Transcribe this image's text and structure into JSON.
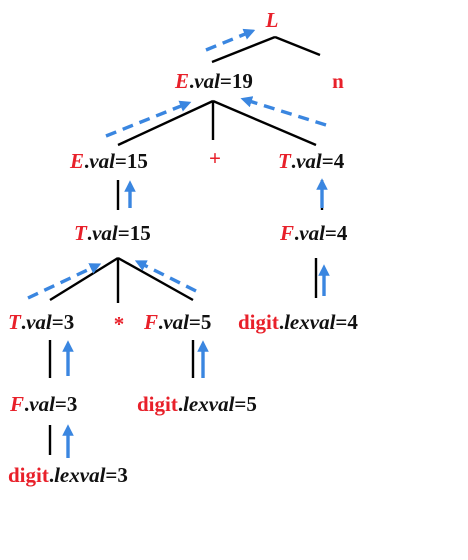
{
  "colors": {
    "symbol": "#e8202a",
    "text": "#111111",
    "arrow": "#3a86e0",
    "edge": "#000000"
  },
  "nodes": {
    "root": {
      "sym": "L"
    },
    "n": {
      "text": "n"
    },
    "e19": {
      "sym": "E",
      "attr": "val",
      "value": "19"
    },
    "e15": {
      "sym": "E",
      "attr": "val",
      "value": "15"
    },
    "plus": {
      "text": "+"
    },
    "t4": {
      "sym": "T",
      "attr": "val",
      "value": "4"
    },
    "t15": {
      "sym": "T",
      "attr": "val",
      "value": "15"
    },
    "f4": {
      "sym": "F",
      "attr": "val",
      "value": "4"
    },
    "t3": {
      "sym": "T",
      "attr": "val",
      "value": "3"
    },
    "star": {
      "text": "*"
    },
    "f5": {
      "sym": "F",
      "attr": "val",
      "value": "5"
    },
    "d4": {
      "sym": "digit",
      "attr": "lexval",
      "value": "4"
    },
    "f3": {
      "sym": "F",
      "attr": "val",
      "value": "3"
    },
    "d5": {
      "sym": "digit",
      "attr": "lexval",
      "value": "5"
    },
    "d3": {
      "sym": "digit",
      "attr": "lexval",
      "value": "3"
    }
  }
}
